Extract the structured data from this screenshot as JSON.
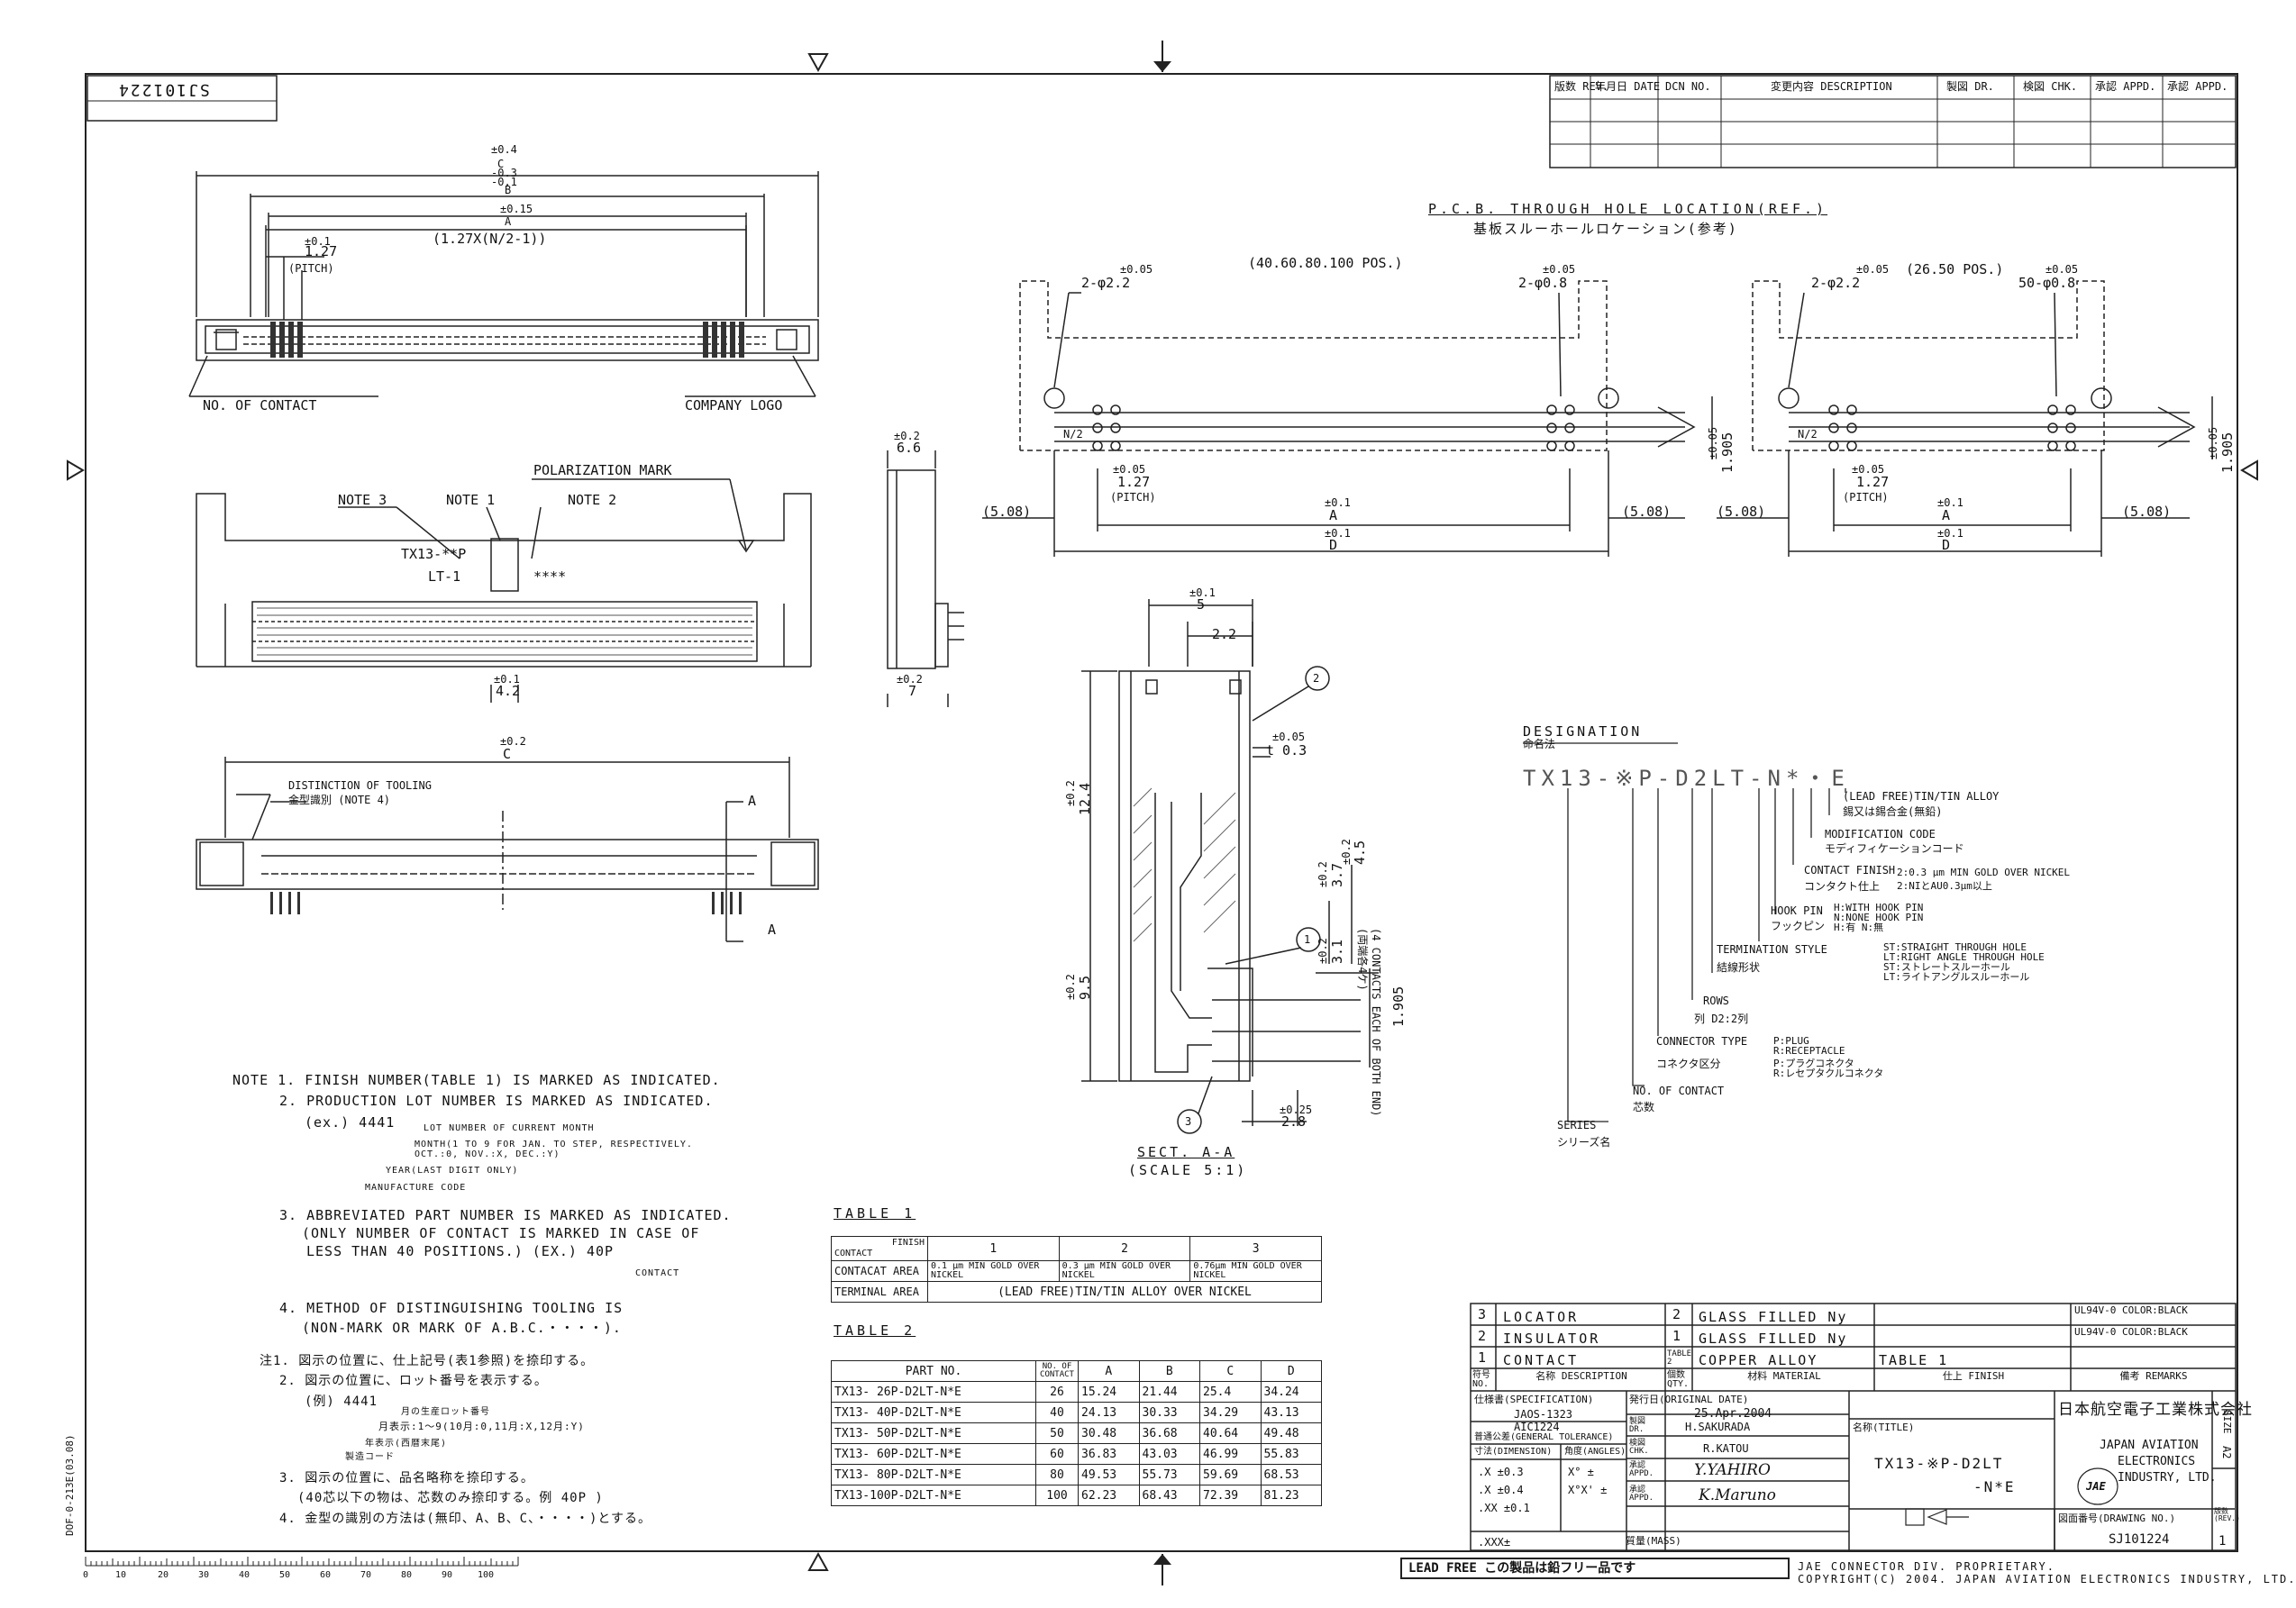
{
  "drawing_no": "SJ101224",
  "drawing_no_label": "図面番号(DRAWING NO.)",
  "rev_block": {
    "headers": [
      "版数 REV.",
      "年月日 DATE",
      "DCN NO.",
      "変更内容 DESCRIPTION",
      "製図 DR.",
      "検図 CHK.",
      "承認 APPD.",
      "承認 APPD."
    ]
  },
  "top_view": {
    "labels": [
      "±0.4",
      "C",
      "-0.3",
      "-0.1",
      "B",
      "±0.15",
      "A",
      "(1.27X(N/2-1))",
      "±0.1",
      "1.27",
      "(PITCH)",
      "NO. OF CONTACT",
      "COMPANY LOGO"
    ]
  },
  "front_view": {
    "labels": [
      "POLARIZATION MARK",
      "NOTE 3",
      "NOTE 1",
      "NOTE 2",
      "TX13-**P",
      "LT-1",
      "****",
      "±0.1",
      "4.2"
    ]
  },
  "side_view": {
    "labels": [
      "±0.2",
      "6.6",
      "±0.2",
      "7"
    ]
  },
  "bottom_view": {
    "labels": [
      "±0.2",
      "C",
      "DISTINCTION OF TOOLING",
      "金型識別 (NOTE 4)",
      "A",
      "A"
    ]
  },
  "pcb": {
    "title": "P.C.B. THROUGH HOLE LOCATION(REF.)",
    "title_jp": "基板スルーホールロケーション(参考)",
    "left_positions": "(40.60.80.100 POS.)",
    "right_positions": "(26.50 POS.)",
    "left_labels": [
      "±0.05",
      "2-φ2.2",
      "±0.05",
      "2-φ0.8",
      "N/2",
      "±0.05",
      "1.27",
      "(PITCH)",
      "±0.1",
      "A",
      "±0.1",
      "D",
      "(5.08)",
      "(5.08)",
      "±0.05",
      "1.905"
    ],
    "right_labels": [
      "±0.05",
      "2-φ2.2",
      "±0.05",
      "50-φ0.8",
      "N/2",
      "±0.05",
      "1.27",
      "(PITCH)",
      "±0.1",
      "A",
      "±0.1",
      "D",
      "(5.08)",
      "(5.08)",
      "±0.05",
      "1.905"
    ]
  },
  "section": {
    "title": "SECT. A-A",
    "scale": "(SCALE 5:1)",
    "labels": [
      "±0.1",
      "5",
      "2.2",
      "±0.05",
      "t 0.3",
      "±0.2",
      "12.4",
      "±0.2",
      "3.7",
      "±0.2",
      "4.5",
      "±0.2",
      "3.1",
      "±0.2",
      "9.5",
      "(4 CONTACTS EACH OF BOTH END)",
      "(両端各4ケ)",
      "1.905",
      "±0.25",
      "2.8",
      "1",
      "2",
      "3"
    ]
  },
  "designation": {
    "title": "DESIGNATION",
    "title_jp": "命名法",
    "code": "TX13-※P-D2LT-N*・E",
    "items": [
      {
        "en": "(LEAD FREE)TIN/TIN ALLOY",
        "jp": "錫又は錫合金(無鉛)"
      },
      {
        "en": "MODIFICATION CODE",
        "jp": "モディフィケーションコード"
      },
      {
        "en": "CONTACT FINISH",
        "jp": "コンタクト仕上",
        "opts": [
          "2:0.3 μm MIN GOLD OVER NICKEL",
          "2:NIとAU0.3μm以上"
        ]
      },
      {
        "en": "HOOK PIN",
        "jp": "フックピン",
        "opts": [
          "H:WITH HOOK PIN",
          "N:NONE HOOK PIN",
          "H:有 N:無"
        ]
      },
      {
        "en": "TERMINATION STYLE",
        "jp": "結線形状",
        "opts": [
          "ST:STRAIGHT THROUGH HOLE",
          "LT:RIGHT ANGLE THROUGH HOLE",
          "ST:ストレートスルーホール",
          "LT:ライトアングルスルーホール"
        ]
      },
      {
        "en": "ROWS",
        "jp": "列 D2:2列"
      },
      {
        "en": "CONNECTOR TYPE",
        "jp": "コネクタ区分",
        "opts": [
          "P:PLUG",
          "R:RECEPTACLE",
          "P:プラグコネクタ",
          "R:レセプタクルコネクタ"
        ]
      },
      {
        "en": "NO. OF CONTACT",
        "jp": "芯数"
      },
      {
        "en": "SERIES",
        "jp": "シリーズ名"
      }
    ]
  },
  "notes_en": [
    "NOTE 1. FINISH NUMBER(TABLE 1) IS MARKED AS INDICATED.",
    "2. PRODUCTION LOT NUMBER IS MARKED AS INDICATED.",
    "(ex.) 4441",
    "LOT NUMBER OF CURRENT MONTH",
    "MONTH(1 TO 9 FOR JAN. TO STEP, RESPECTIVELY.",
    "OCT.:0, NOV.:X, DEC.:Y)",
    "YEAR(LAST DIGIT ONLY)",
    "MANUFACTURE CODE",
    "3. ABBREVIATED PART NUMBER IS MARKED AS INDICATED.",
    "(ONLY NUMBER OF CONTACT IS MARKED IN CASE OF",
    "LESS THAN 40 POSITIONS.) (EX.) 40P",
    "CONTACT",
    "4. METHOD OF DISTINGUISHING TOOLING IS",
    "(NON-MARK OR MARK OF A.B.C.・・・・)."
  ],
  "notes_jp": [
    "注1. 図示の位置に、仕上記号(表1参照)を捺印する。",
    "2. 図示の位置に、ロット番号を表示する。",
    "(例) 4441",
    "月の生産ロット番号",
    "月表示:1〜9(10月:0,11月:X,12月:Y)",
    "年表示(西暦末尾)",
    "製造コード",
    "3. 図示の位置に、品名略称を捺印する。",
    "(40芯以下の物は、芯数のみ捺印する。例 40P )",
    "4. 金型の識別の方法は(無印、A、B、C、・・・・)とする。"
  ],
  "table1": {
    "title": "TABLE 1",
    "header_finish": "FINISH",
    "header_contact": "CONTACT",
    "cols": [
      "1",
      "2",
      "3"
    ],
    "rows": [
      {
        "label": "CONTACAT AREA",
        "cells": [
          "0.1 μm MIN GOLD OVER NICKEL",
          "0.3 μm MIN GOLD OVER NICKEL",
          "0.76μm MIN GOLD OVER NICKEL"
        ]
      },
      {
        "label": "TERMINAL AREA",
        "cells": [
          "(LEAD FREE)TIN/TIN ALLOY OVER NICKEL"
        ]
      }
    ]
  },
  "table2": {
    "title": "TABLE 2",
    "headers": [
      "PART NO.",
      "NO. OF CONTACT",
      "A",
      "B",
      "C",
      "D"
    ],
    "rows": [
      [
        "TX13- 26P-D2LT-N*E",
        "26",
        "15.24",
        "21.44",
        "25.4",
        "34.24"
      ],
      [
        "TX13- 40P-D2LT-N*E",
        "40",
        "24.13",
        "30.33",
        "34.29",
        "43.13"
      ],
      [
        "TX13- 50P-D2LT-N*E",
        "50",
        "30.48",
        "36.68",
        "40.64",
        "49.48"
      ],
      [
        "TX13- 60P-D2LT-N*E",
        "60",
        "36.83",
        "43.03",
        "46.99",
        "55.83"
      ],
      [
        "TX13- 80P-D2LT-N*E",
        "80",
        "49.53",
        "55.73",
        "59.69",
        "68.53"
      ],
      [
        "TX13-100P-D2LT-N*E",
        "100",
        "62.23",
        "68.43",
        "72.39",
        "81.23"
      ]
    ]
  },
  "parts_list": {
    "rows": [
      {
        "no": "3",
        "desc": "LOCATOR",
        "qty": "2",
        "material": "GLASS FILLED Ny",
        "finish": "",
        "remarks": "UL94V-0 COLOR:BLACK"
      },
      {
        "no": "2",
        "desc": "INSULATOR",
        "qty": "1",
        "material": "GLASS FILLED Ny",
        "finish": "",
        "remarks": "UL94V-0 COLOR:BLACK"
      },
      {
        "no": "1",
        "desc": "CONTACT",
        "qty": "TABLE 2",
        "material": "COPPER ALLOY",
        "finish": "TABLE 1",
        "remarks": ""
      }
    ],
    "header": {
      "no": "符号 NO.",
      "desc": "名称 DESCRIPTION",
      "qty": "個数 QTY.",
      "material": "材料 MATERIAL",
      "finish": "仕上 FINISH",
      "remarks": "備考 REMARKS"
    }
  },
  "title_block": {
    "spec_label": "仕様書(SPECIFICATION)",
    "spec_values": [
      "JAOS-1323",
      "AIC1224"
    ],
    "tolerance_label": "普通公差(GENERAL TOLERANCE)",
    "dim_label": "寸法(DIMENSION)",
    "angle_label": "角度(ANGLES)",
    "tolerances": [
      ".X ±0.3",
      "X° ±",
      ".X ±0.4",
      "X°X' ±",
      ".XX ±0.1",
      ".XXX±"
    ],
    "date_label": "発行日(ORIGINAL DATE)",
    "date": "25.Apr.2004",
    "dr_label": "製図 DR.",
    "dr": "H.SAKURADA",
    "chk_label": "検図 CHK.",
    "chk": "R.KATOU",
    "appd_label": "承認 APPD.",
    "appd1": "Y.YAHIRO",
    "appd2": "K.Maruno",
    "title_label": "名称(TITLE)",
    "title": "TX13-※P-D2LT",
    "title2": "-N*E",
    "mass_label": "質量(MASS)",
    "company_jp": "日本航空電子工業株式会社",
    "company_en": [
      "JAPAN AVIATION",
      "ELECTRONICS",
      "INDUSTRY, LTD."
    ],
    "logo": "JAE",
    "size_label": "SIZE",
    "size": "A2",
    "rev_label": "版数 (REV.)",
    "rev": "1"
  },
  "footer": {
    "lead_free": "LEAD FREE この製品は鉛フリー品です",
    "proprietary": "JAE CONNECTOR DIV. PROPRIETARY.",
    "copyright": "COPYRIGHT(C) 2004. JAPAN AVIATION ELECTRONICS INDUSTRY, LTD.",
    "form_code": "DOF-0-213E(03.08)"
  },
  "ruler": {
    "ticks": [
      "0",
      "10",
      "20",
      "30",
      "40",
      "50",
      "60",
      "70",
      "80",
      "90",
      "100"
    ]
  }
}
